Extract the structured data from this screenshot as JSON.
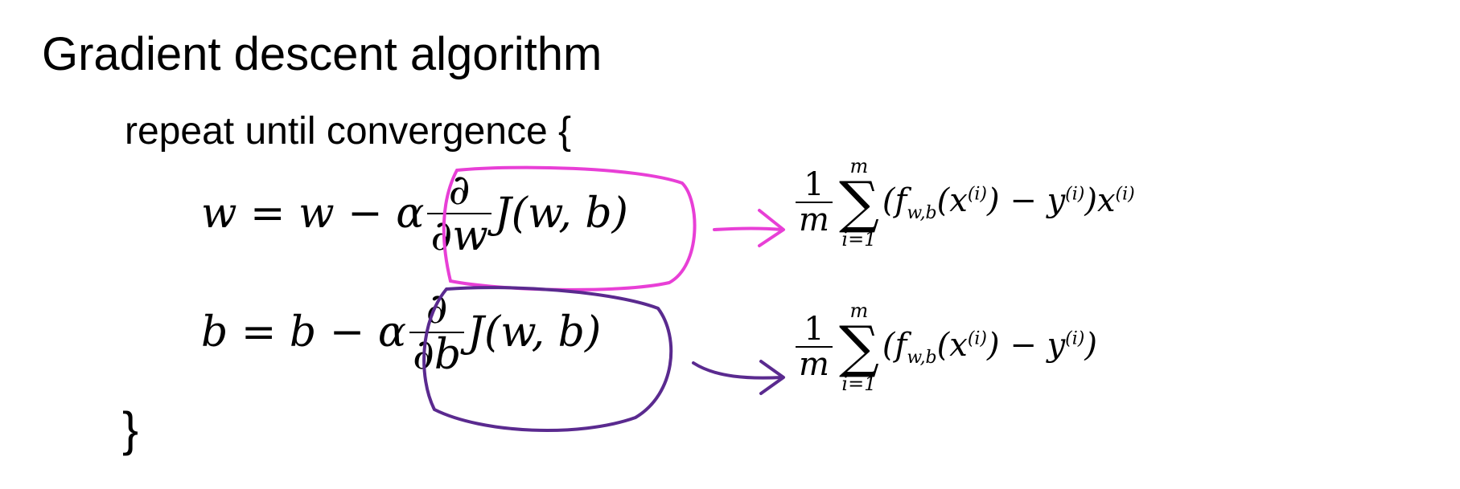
{
  "title": "Gradient descent algorithm",
  "loop": {
    "open": "repeat until convergence {",
    "close": "}"
  },
  "update_w": {
    "lhs": "w = w − α",
    "frac_num": "∂",
    "frac_den": "∂w",
    "tail": "J(w, b)"
  },
  "update_b": {
    "lhs": "b = b − α",
    "frac_num": "∂",
    "frac_den": "∂b",
    "tail": "J(w, b)"
  },
  "deriv_w": {
    "coef_num": "1",
    "coef_den": "m",
    "sum_upper": "m",
    "sum_sym": "∑",
    "sum_lower": "i=1",
    "body": "(f",
    "body_sub": "w,b",
    "body2": "(x",
    "sup1": "(i)",
    "body3": ") − y",
    "sup2": "(i)",
    "body4": ")x",
    "sup3": "(i)"
  },
  "deriv_b": {
    "coef_num": "1",
    "coef_den": "m",
    "sum_upper": "m",
    "sum_sym": "∑",
    "sum_lower": "i=1",
    "body": "(f",
    "body_sub": "w,b",
    "body2": "(x",
    "sup1": "(i)",
    "body3": ") − y",
    "sup2": "(i)",
    "body4": ")"
  },
  "colors": {
    "pink_annotation": "#e83fd6",
    "purple_annotation": "#5a2a8f"
  }
}
